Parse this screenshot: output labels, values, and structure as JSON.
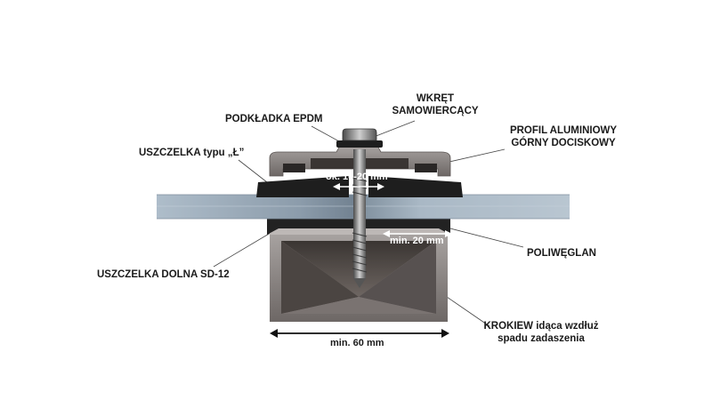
{
  "labels": {
    "screw": [
      "WKRĘT",
      "SAMOWIERCĄCY"
    ],
    "washer": "PODKŁADKA EPDM",
    "profile": [
      "PROFIL ALUMINIOWY",
      "GÓRNY DOCISKOWY"
    ],
    "l_gasket": "USZCZELKA typu „Ł”",
    "bottom_gasket": "USZCZELKA DOLNA SD-12",
    "polycarbonate": "POLIWĘGLAN",
    "rafter": [
      "KROKIEW idąca wzdłuż",
      "spadu zadaszenia"
    ]
  },
  "dimensions": {
    "gap": "ok. 10-20 mm",
    "sheet_overlap": "min. 20 mm",
    "rafter_width": "min. 60 mm"
  },
  "colors": {
    "aluminum": "#8f8a88",
    "aluminum_dark": "#5e5856",
    "gasket": "#1e1e1e",
    "polycarbonate": "#9fb0bf",
    "label_text": "#1a1a1a"
  }
}
